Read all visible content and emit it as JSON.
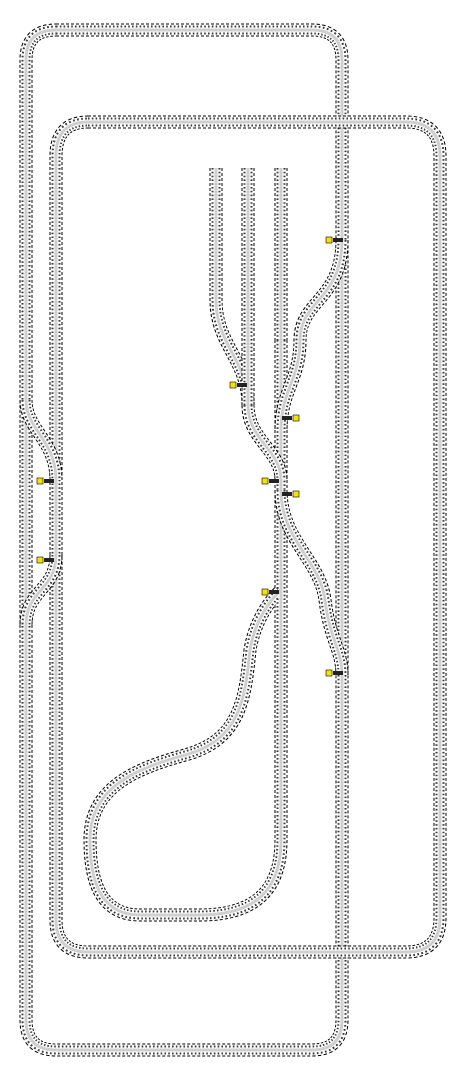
{
  "diagram": {
    "kind": "model-railway-track-layout",
    "colors": {
      "background": "#ffffff",
      "sleeper": "#3a3a3a",
      "ballast": "#e6e6e6",
      "rail": "#8a8a8a",
      "outline": "#000000",
      "signal_body": "#f5e200",
      "signal_post": "#222222"
    },
    "tracks": [
      {
        "id": "outer-loop",
        "role": "main loop (outer)"
      },
      {
        "id": "inner-loop",
        "role": "main loop (inner)"
      },
      {
        "id": "siding-1",
        "role": "stub siding"
      },
      {
        "id": "siding-2",
        "role": "stub siding"
      },
      {
        "id": "siding-3",
        "role": "stub siding"
      },
      {
        "id": "reversing-loop",
        "role": "balloon loop"
      },
      {
        "id": "crossover-upper",
        "role": "connecting curve"
      },
      {
        "id": "crossover-lower",
        "role": "connecting curve"
      },
      {
        "id": "left-connector-upper",
        "role": "loop connector"
      },
      {
        "id": "left-connector-lower",
        "role": "loop connector"
      }
    ],
    "signals": [
      {
        "id": "signal-1",
        "side": "left"
      },
      {
        "id": "signal-2",
        "side": "left"
      },
      {
        "id": "signal-3",
        "side": "left"
      },
      {
        "id": "signal-4",
        "side": "left"
      },
      {
        "id": "signal-5",
        "side": "left"
      },
      {
        "id": "signal-6",
        "side": "left"
      },
      {
        "id": "signal-7",
        "side": "right"
      },
      {
        "id": "signal-8",
        "side": "right"
      },
      {
        "id": "signal-9",
        "side": "left"
      }
    ]
  }
}
